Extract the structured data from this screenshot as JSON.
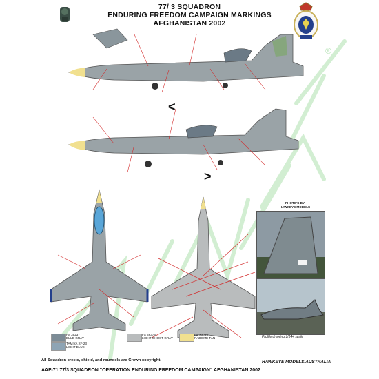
{
  "header": {
    "line1": "77/ 3 SQUADRON",
    "line2": "ENDURING FREEDOM CAMPAIGN MARKINGS",
    "line3": "AFGHANISTAN 2002"
  },
  "photo_credit": {
    "line1": "PHOTO'S BY",
    "line2": "HAWKEYE MODELS"
  },
  "scale_note": "Profile drawing 1/144 scale",
  "swatches": [
    {
      "code": "FS 35237",
      "name": "BLUE GRAY",
      "color": "#7c8c96"
    },
    {
      "code": "TAMIYA XF-23",
      "name": "LIGHT BLUE",
      "color": "#8ea4b4"
    },
    {
      "code": "FS 36375",
      "name": "LIGHT GHOST GRAY",
      "color": "#b9bcbd"
    },
    {
      "code": "FS 33613",
      "name": "RADOME TAN",
      "color": "#f1e08f"
    }
  ],
  "footer": {
    "crown_note": "All Squadron crests, shield, and roundels are Crown copyright.",
    "brand": "HAWKEYE MODELS.AUSTRALIA",
    "product": "AAF-71 77/3 SQUADRON \"OPERATION ENDURING FREEDOM CAMPAIGN\" AFGHANISTAN 2002"
  },
  "watermark": "HAWKEYE MODELS",
  "colors": {
    "camo_gray": "#9aa3a7",
    "camo_dark": "#77868f",
    "callout_red": "#d32b2b",
    "tail_green": "#7ea66b"
  }
}
